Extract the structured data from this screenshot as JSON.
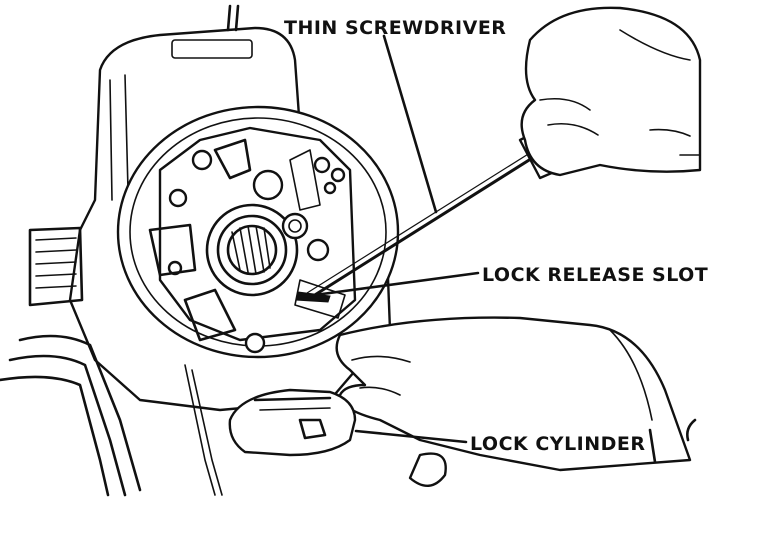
{
  "labels": {
    "screwdriver": "THIN SCREWDRIVER",
    "release_slot": "LOCK RELEASE SLOT",
    "cylinder": "LOCK CYLINDER"
  },
  "colors": {
    "ink": "#111111",
    "paper": "#ffffff"
  }
}
